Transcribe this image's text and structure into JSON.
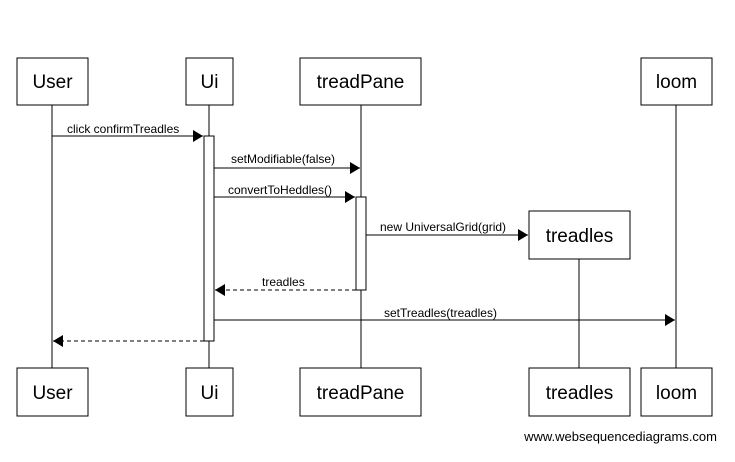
{
  "participants": {
    "user": "User",
    "ui": "Ui",
    "treadpane": "treadPane",
    "treadles": "treadles",
    "loom": "loom"
  },
  "messages": {
    "click_confirm": "click confirmTreadles",
    "set_modifiable": "setModifiable(false)",
    "convert_to_heddles": "convertToHeddles()",
    "new_universal_grid": "new UniversalGrid(grid)",
    "treadles_return": "treadles",
    "set_treadles": "setTreadles(treadles)"
  },
  "watermark": "www.websequencediagrams.com"
}
